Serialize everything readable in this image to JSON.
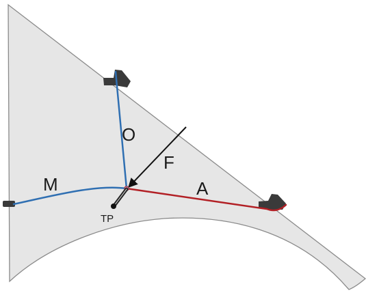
{
  "diagram": {
    "labels": {
      "o": "O",
      "f": "F",
      "m": "M",
      "a": "A",
      "tp": "TP"
    },
    "colors": {
      "sail_fill": "#e6e6e6",
      "sail_stroke": "#8a8a8a",
      "line_m_o": "#2f6fb2",
      "line_a": "#b22025",
      "line_f": "#111111",
      "anchor": "#3a3a3a"
    }
  }
}
